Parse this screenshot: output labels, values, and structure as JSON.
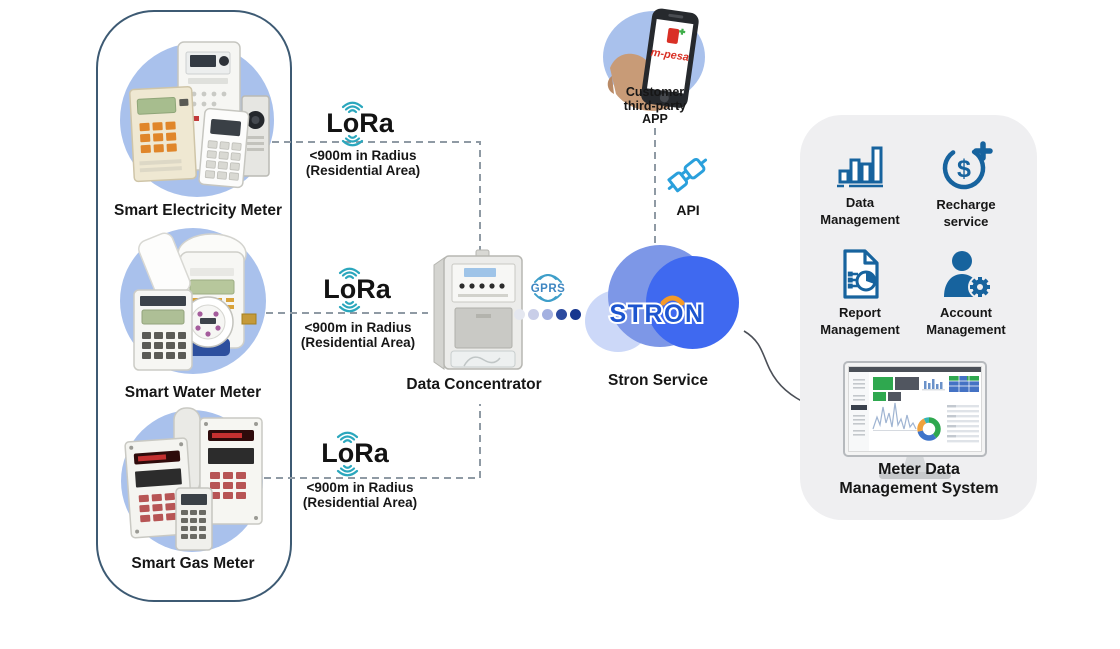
{
  "meters": {
    "items": [
      {
        "label": "Smart Electricity Meter"
      },
      {
        "label": "Smart Water Meter"
      },
      {
        "label": "Smart Gas Meter"
      }
    ]
  },
  "link": {
    "protocol": "LoRa",
    "range_line1": "<900m in Radius",
    "range_line2": "(Residential Area)"
  },
  "concentrator": {
    "label": "Data Concentrator",
    "uplink": "GPRS",
    "signal_dot_colors": [
      "#e4e7f0",
      "#c9cee8",
      "#a3b0e0",
      "#2c4a9f",
      "#17368f"
    ]
  },
  "cloud": {
    "logo_text": "STRON",
    "label": "Stron Service"
  },
  "customer_app": {
    "label_line1": "Customer",
    "label_line2": "third-party",
    "label_line3": "APP",
    "phone_app_name": "m-pesa",
    "api_label": "API"
  },
  "services_panel": {
    "items": [
      {
        "icon": "bar-chart-icon",
        "label_line1": "Data",
        "label_line2": "Management"
      },
      {
        "icon": "recharge-dollar-icon",
        "label_line1": "Recharge",
        "label_line2": "service",
        "symbol": "$"
      },
      {
        "icon": "report-document-icon",
        "label_line1": "Report",
        "label_line2": "Management"
      },
      {
        "icon": "account-gear-icon",
        "label_line1": "Account",
        "label_line2": "Management"
      }
    ],
    "mdms_label_line1": "Meter Data",
    "mdms_label_line2": "Management System"
  },
  "palette": {
    "circle_blue": "#a9c1ec",
    "lora_teal": "#2ba7bd",
    "gprs_blue": "#3e86c1",
    "cloud_light": "#ccd8f8",
    "cloud_mid": "#7d97e7",
    "cloud_dark": "#3f69f0",
    "stron_blue": "#1d55cf",
    "stron_orange": "#f59a28",
    "icon_blue": "#17639e",
    "api_blue": "#2aa0dc",
    "mpesa_red": "#d93025",
    "panel_gray": "#efeff1"
  }
}
